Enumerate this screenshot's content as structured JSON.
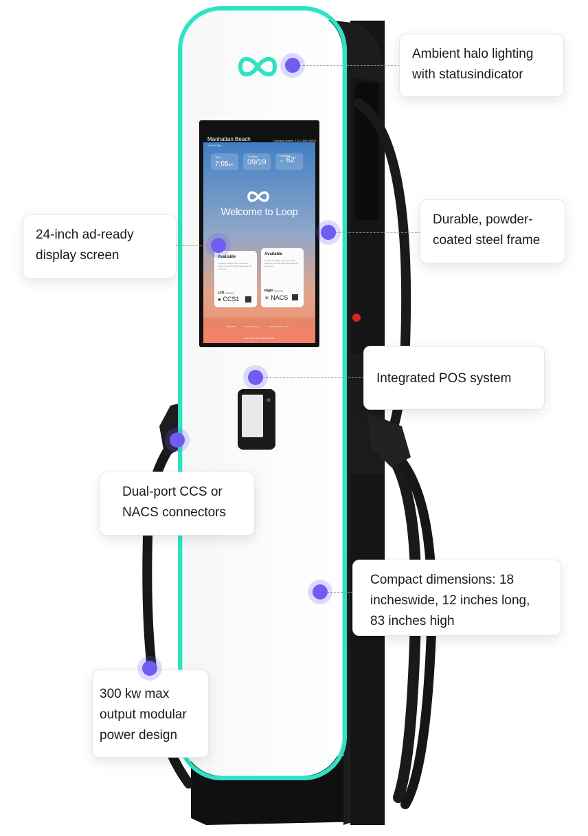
{
  "callouts": {
    "halo": {
      "lines": [
        "Ambient halo lighting",
        "with statusindicator"
      ]
    },
    "frame": {
      "lines": [
        "Durable, powder-",
        "coated steel frame"
      ]
    },
    "display": {
      "lines": [
        "24-inch ad-ready",
        "display screen"
      ]
    },
    "pos": {
      "lines": [
        "Integrated POS system"
      ]
    },
    "connectors": {
      "lines": [
        "Dual-port CCS or",
        "NACS connectors"
      ]
    },
    "dimensions": {
      "lines": [
        "Compact dimensions: 18",
        "incheswide, 12 inches long,",
        "83 inches high"
      ]
    },
    "power": {
      "lines": [
        "300 kw max",
        "output modular",
        "power design"
      ]
    }
  },
  "screen": {
    "location": "Manhattan Beach",
    "sublocation": "SW+W Mtn",
    "support": "Charging station: 123 1-800-00000",
    "time_label": "Time",
    "time_value": "7:05",
    "time_suffix": "am",
    "date_label": "Tuesday",
    "date_value": "09/19",
    "forecast_label": "Forecast",
    "forecast_value": "62'",
    "welcome": "Welcome to Loop",
    "left_status": "Available",
    "left_desc": "To start a charge, scan the screen below or scan the QR code using the Loop app",
    "left_side": "Left",
    "left_connector_word": "connector",
    "left_connector": "CCS1",
    "right_status": "Available",
    "right_desc": "To start a charge, scan the screen below or scan the QR code using the Loop app",
    "right_side": "Right",
    "right_connector_word": "connector",
    "right_connector": "NACS",
    "footer_items": [
      "By Mobile",
      "Ai AV Autonomy",
      "Parking: $3 per 1 min"
    ],
    "footer_bar": "Need help? Call 1-800-000-0000"
  },
  "colors": {
    "halo": "#2de3c4",
    "dot": "#6f5cf0",
    "body_black": "#141414"
  },
  "icons": {
    "logo": "infinity-logo-icon",
    "weather": "sun-cloud-icon"
  }
}
